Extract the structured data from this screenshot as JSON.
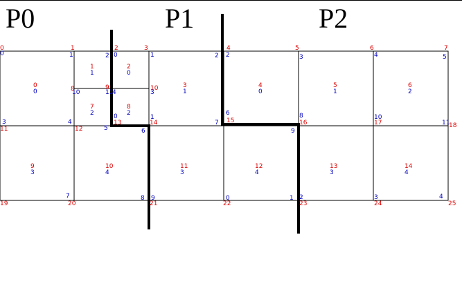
{
  "partitions": [
    "P0",
    "P1",
    "P2"
  ],
  "cells": [
    {
      "global": "0",
      "local": "0"
    },
    {
      "global": "1",
      "local": "1"
    },
    {
      "global": "2",
      "local": "0"
    },
    {
      "global": "3",
      "local": "1"
    },
    {
      "global": "4",
      "local": "0"
    },
    {
      "global": "5",
      "local": "1"
    },
    {
      "global": "6",
      "local": "2"
    },
    {
      "global": "7",
      "local": "2"
    },
    {
      "global": "8",
      "local": "2"
    },
    {
      "global": "9",
      "local": "3"
    },
    {
      "global": "10",
      "local": "4"
    },
    {
      "global": "11",
      "local": "3"
    },
    {
      "global": "12",
      "local": "4"
    },
    {
      "global": "13",
      "local": "3"
    },
    {
      "global": "14",
      "local": "4"
    }
  ],
  "red_node_labels": [
    "0",
    "1",
    "2",
    "3",
    "4",
    "5",
    "6",
    "7",
    "8",
    "9",
    "10",
    "11",
    "12",
    "13",
    "14",
    "15",
    "16",
    "17",
    "18",
    "19",
    "20",
    "21",
    "22",
    "23",
    "24",
    "25"
  ],
  "blue_node_labels": [
    "0",
    "1",
    "2",
    "0",
    "1",
    "2",
    "3",
    "4",
    "5",
    "6",
    "7",
    "8",
    "9",
    "10",
    "11",
    "4",
    "3",
    "0",
    "1",
    "2",
    "3",
    "4",
    "5",
    "6",
    "7",
    "8",
    "9",
    "10",
    "11",
    "0",
    "1",
    "2",
    "3",
    "4",
    "5",
    "6",
    "7",
    "8",
    "9",
    "10"
  ]
}
